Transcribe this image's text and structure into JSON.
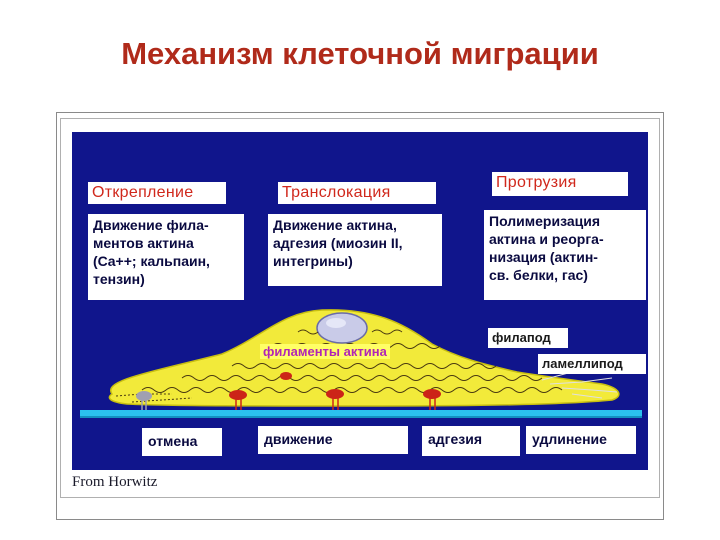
{
  "slide": {
    "title": "Механизм клеточной миграции"
  },
  "diagram": {
    "headers": {
      "detachment": "Открепление",
      "translocation": "Транслокация",
      "protrusion": "Протрузия"
    },
    "descriptions": {
      "detachment": "Движение фила-\nментов актина\n(Ca++; кальпаин,\nтензин)",
      "translocation": "Движение актина,\nадгезия (миозин II,\nинтегрины)",
      "protrusion": "Полимеризация\nактина и реорга-\nнизация (актин-\nсв. белки, гас)"
    },
    "structures": {
      "filopod": "филапод",
      "lamellipod": "ламеллипод",
      "actin_filaments": "филаменты актина"
    },
    "stages": [
      "отмена",
      "движение",
      "адгезия",
      "удлинение"
    ],
    "credit": "From Horwitz",
    "colors": {
      "background": "#10158c",
      "cell": "#f2ea3a",
      "substrate": "#2bc0ee",
      "nucleus": "#c9cbe8",
      "adhesion": "#cc2418",
      "header_text": "#d0281c",
      "filaments_label": "#b026b6"
    }
  }
}
